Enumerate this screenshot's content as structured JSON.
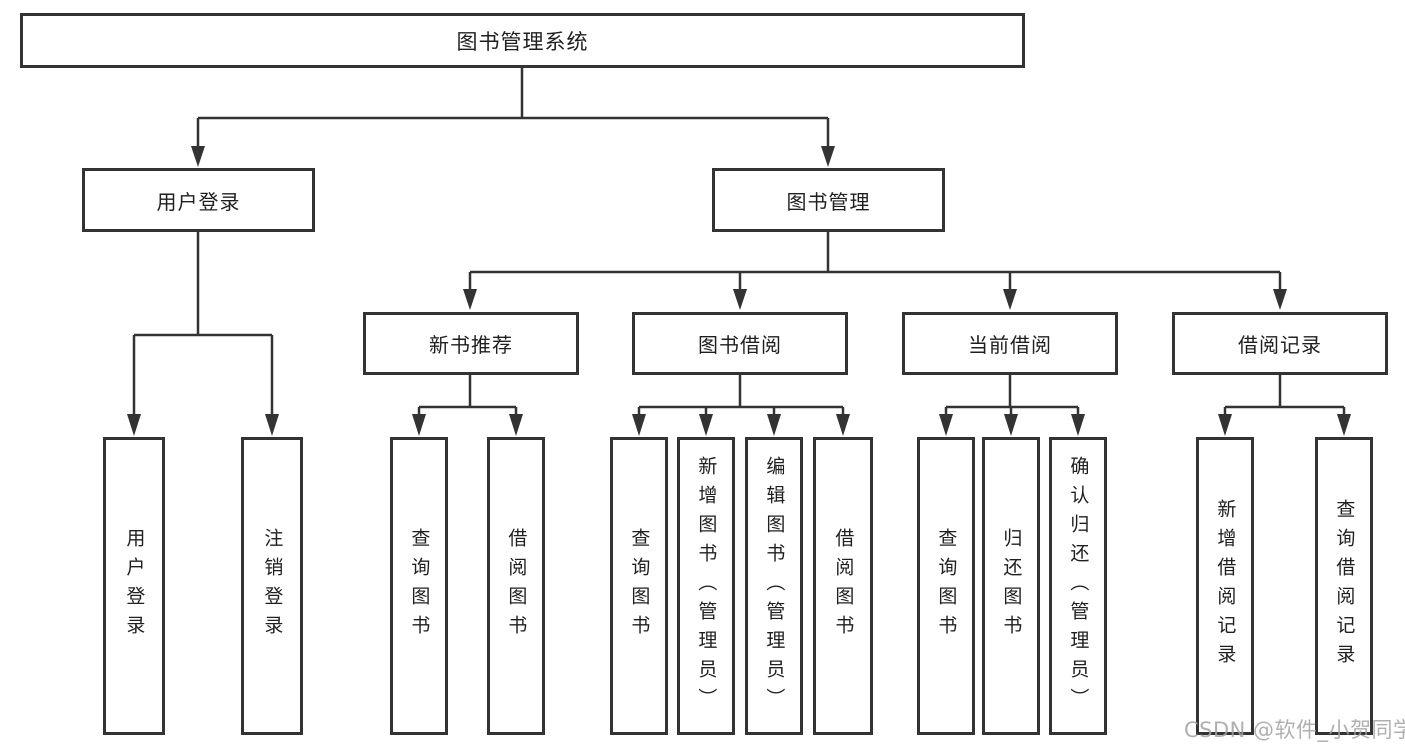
{
  "diagram": {
    "title": "图书管理系统",
    "root": {
      "label": "图书管理系统"
    },
    "level2": [
      {
        "label": "用户登录",
        "leaves": [
          "用户登录",
          "注销登录"
        ]
      },
      {
        "label": "图书管理",
        "groups": [
          {
            "label": "新书推荐",
            "leaves": [
              "查询图书",
              "借阅图书"
            ]
          },
          {
            "label": "图书借阅",
            "leaves": [
              "查询图书",
              "新增图书（管理员）",
              "编辑图书（管理员）",
              "借阅图书"
            ]
          },
          {
            "label": "当前借阅",
            "leaves": [
              "查询图书",
              "归还图书",
              "确认归还（管理员）"
            ]
          },
          {
            "label": "借阅记录",
            "leaves": [
              "新增借阅记录",
              "查询借阅记录"
            ]
          }
        ]
      }
    ]
  },
  "watermark": "CSDN @软件_小贺同学",
  "colors": {
    "line": "#333333",
    "box_border": "#333333",
    "text": "#1f1f1f",
    "watermark": "#a2a2a2",
    "background": "#ffffff"
  }
}
